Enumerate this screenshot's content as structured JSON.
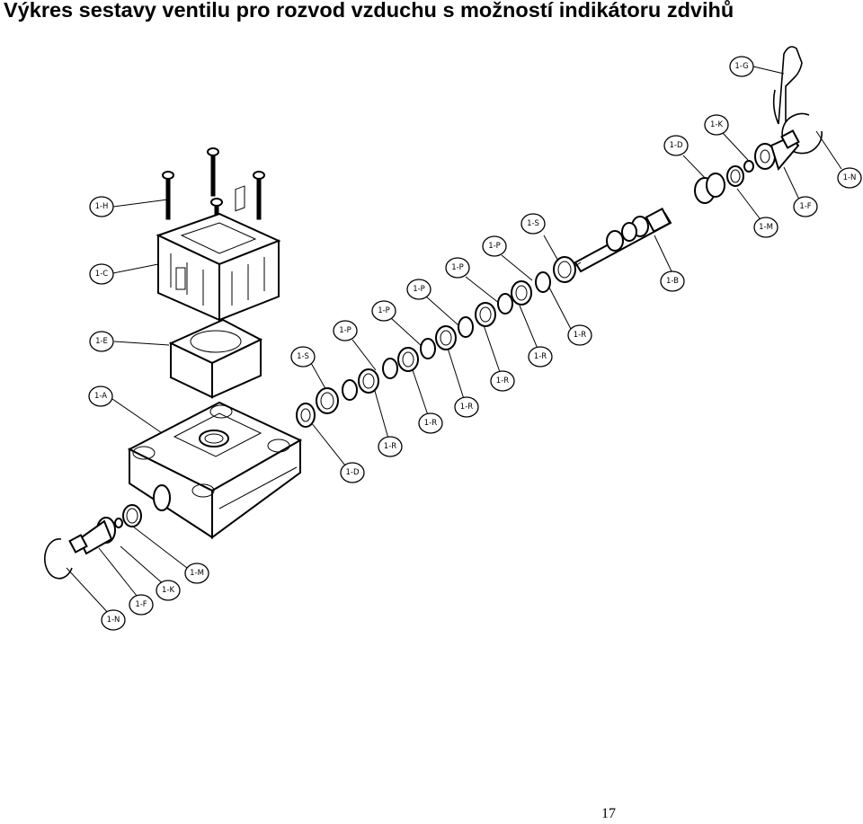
{
  "title": "Výkres sestavy ventilu pro rozvod vzduchu s možností indikátoru zdvihů",
  "page_number": "17",
  "callouts": {
    "1G": "1-G",
    "1K_top": "1-K",
    "1D_top": "1-D",
    "1N_top": "1-N",
    "1F_top": "1-F",
    "1M_top": "1-M",
    "1H": "1-H",
    "1S_top": "1-S",
    "1P_1": "1-P",
    "1P_2": "1-P",
    "1P_3": "1-P",
    "1P_4": "1-P",
    "1P_5": "1-P",
    "1B": "1-B",
    "1C": "1-C",
    "1R_1": "1-R",
    "1R_2": "1-R",
    "1R_3": "1-R",
    "1R_4": "1-R",
    "1R_5": "1-R",
    "1R_6": "1-R",
    "1E": "1-E",
    "1S_bottom": "1-S",
    "1A": "1-A",
    "1D_bottom": "1-D",
    "1M_bottom": "1-M",
    "1K_bottom": "1-K",
    "1F_bottom": "1-F",
    "1N_bottom": "1-N"
  }
}
